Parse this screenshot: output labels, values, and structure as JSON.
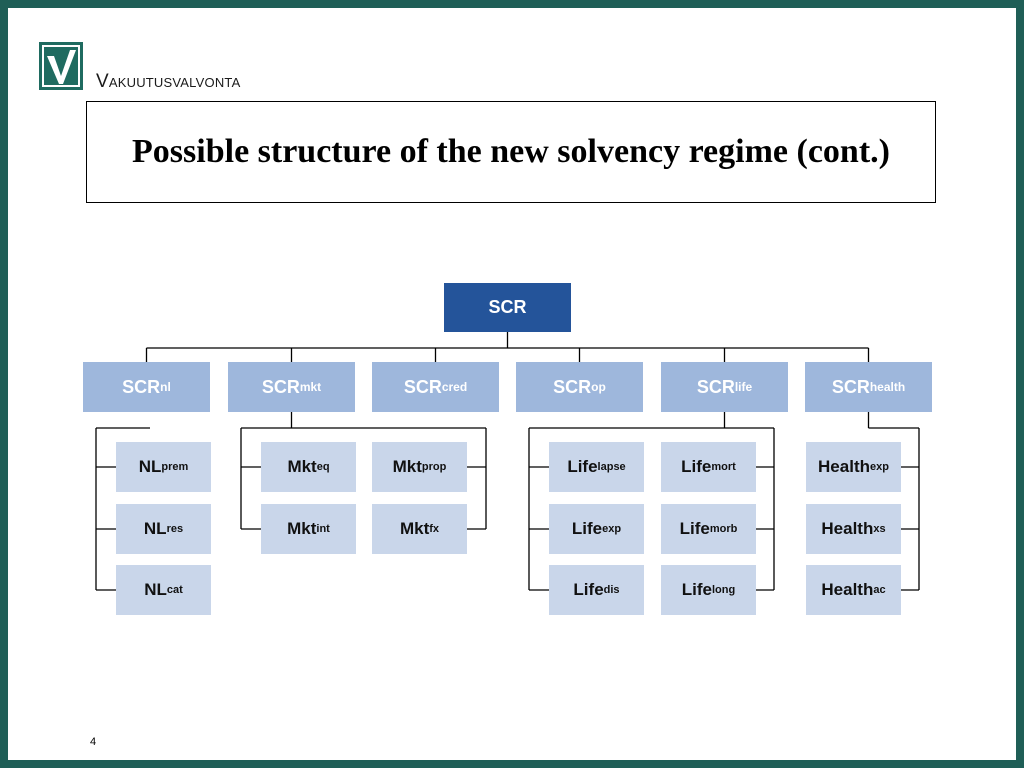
{
  "brand": {
    "logo_initial": "V",
    "logo_rest": "AKUUTUSVALVONTA",
    "colors": {
      "frame": "#1f5f57",
      "root": "#24549a",
      "mid": "#9eb7dc",
      "leaf": "#c9d6ea"
    }
  },
  "title": "Possible structure of the new solvency regime (cont.)",
  "root": {
    "main": "SCR",
    "sub": ""
  },
  "modules": [
    {
      "main": "SCR",
      "sub": "nl"
    },
    {
      "main": "SCR",
      "sub": "mkt"
    },
    {
      "main": "SCR",
      "sub": "cred"
    },
    {
      "main": "SCR",
      "sub": "op"
    },
    {
      "main": "SCR",
      "sub": "life"
    },
    {
      "main": "SCR",
      "sub": "health"
    }
  ],
  "submodules": {
    "nl": [
      {
        "main": "NL",
        "sub": "prem"
      },
      {
        "main": "NL",
        "sub": "res"
      },
      {
        "main": "NL",
        "sub": "cat"
      }
    ],
    "mkt": [
      {
        "main": "Mkt",
        "sub": "eq"
      },
      {
        "main": "Mkt",
        "sub": "prop"
      },
      {
        "main": "Mkt",
        "sub": "int"
      },
      {
        "main": "Mkt",
        "sub": "fx"
      }
    ],
    "life": [
      {
        "main": "Life",
        "sub": "lapse"
      },
      {
        "main": "Life",
        "sub": "mort"
      },
      {
        "main": "Life",
        "sub": "exp"
      },
      {
        "main": "Life",
        "sub": "morb"
      },
      {
        "main": "Life",
        "sub": "dis"
      },
      {
        "main": "Life",
        "sub": "long"
      }
    ],
    "health": [
      {
        "main": "Health",
        "sub": "exp"
      },
      {
        "main": "Health",
        "sub": "xs"
      },
      {
        "main": "Health",
        "sub": "ac"
      }
    ]
  },
  "page_number": "4"
}
